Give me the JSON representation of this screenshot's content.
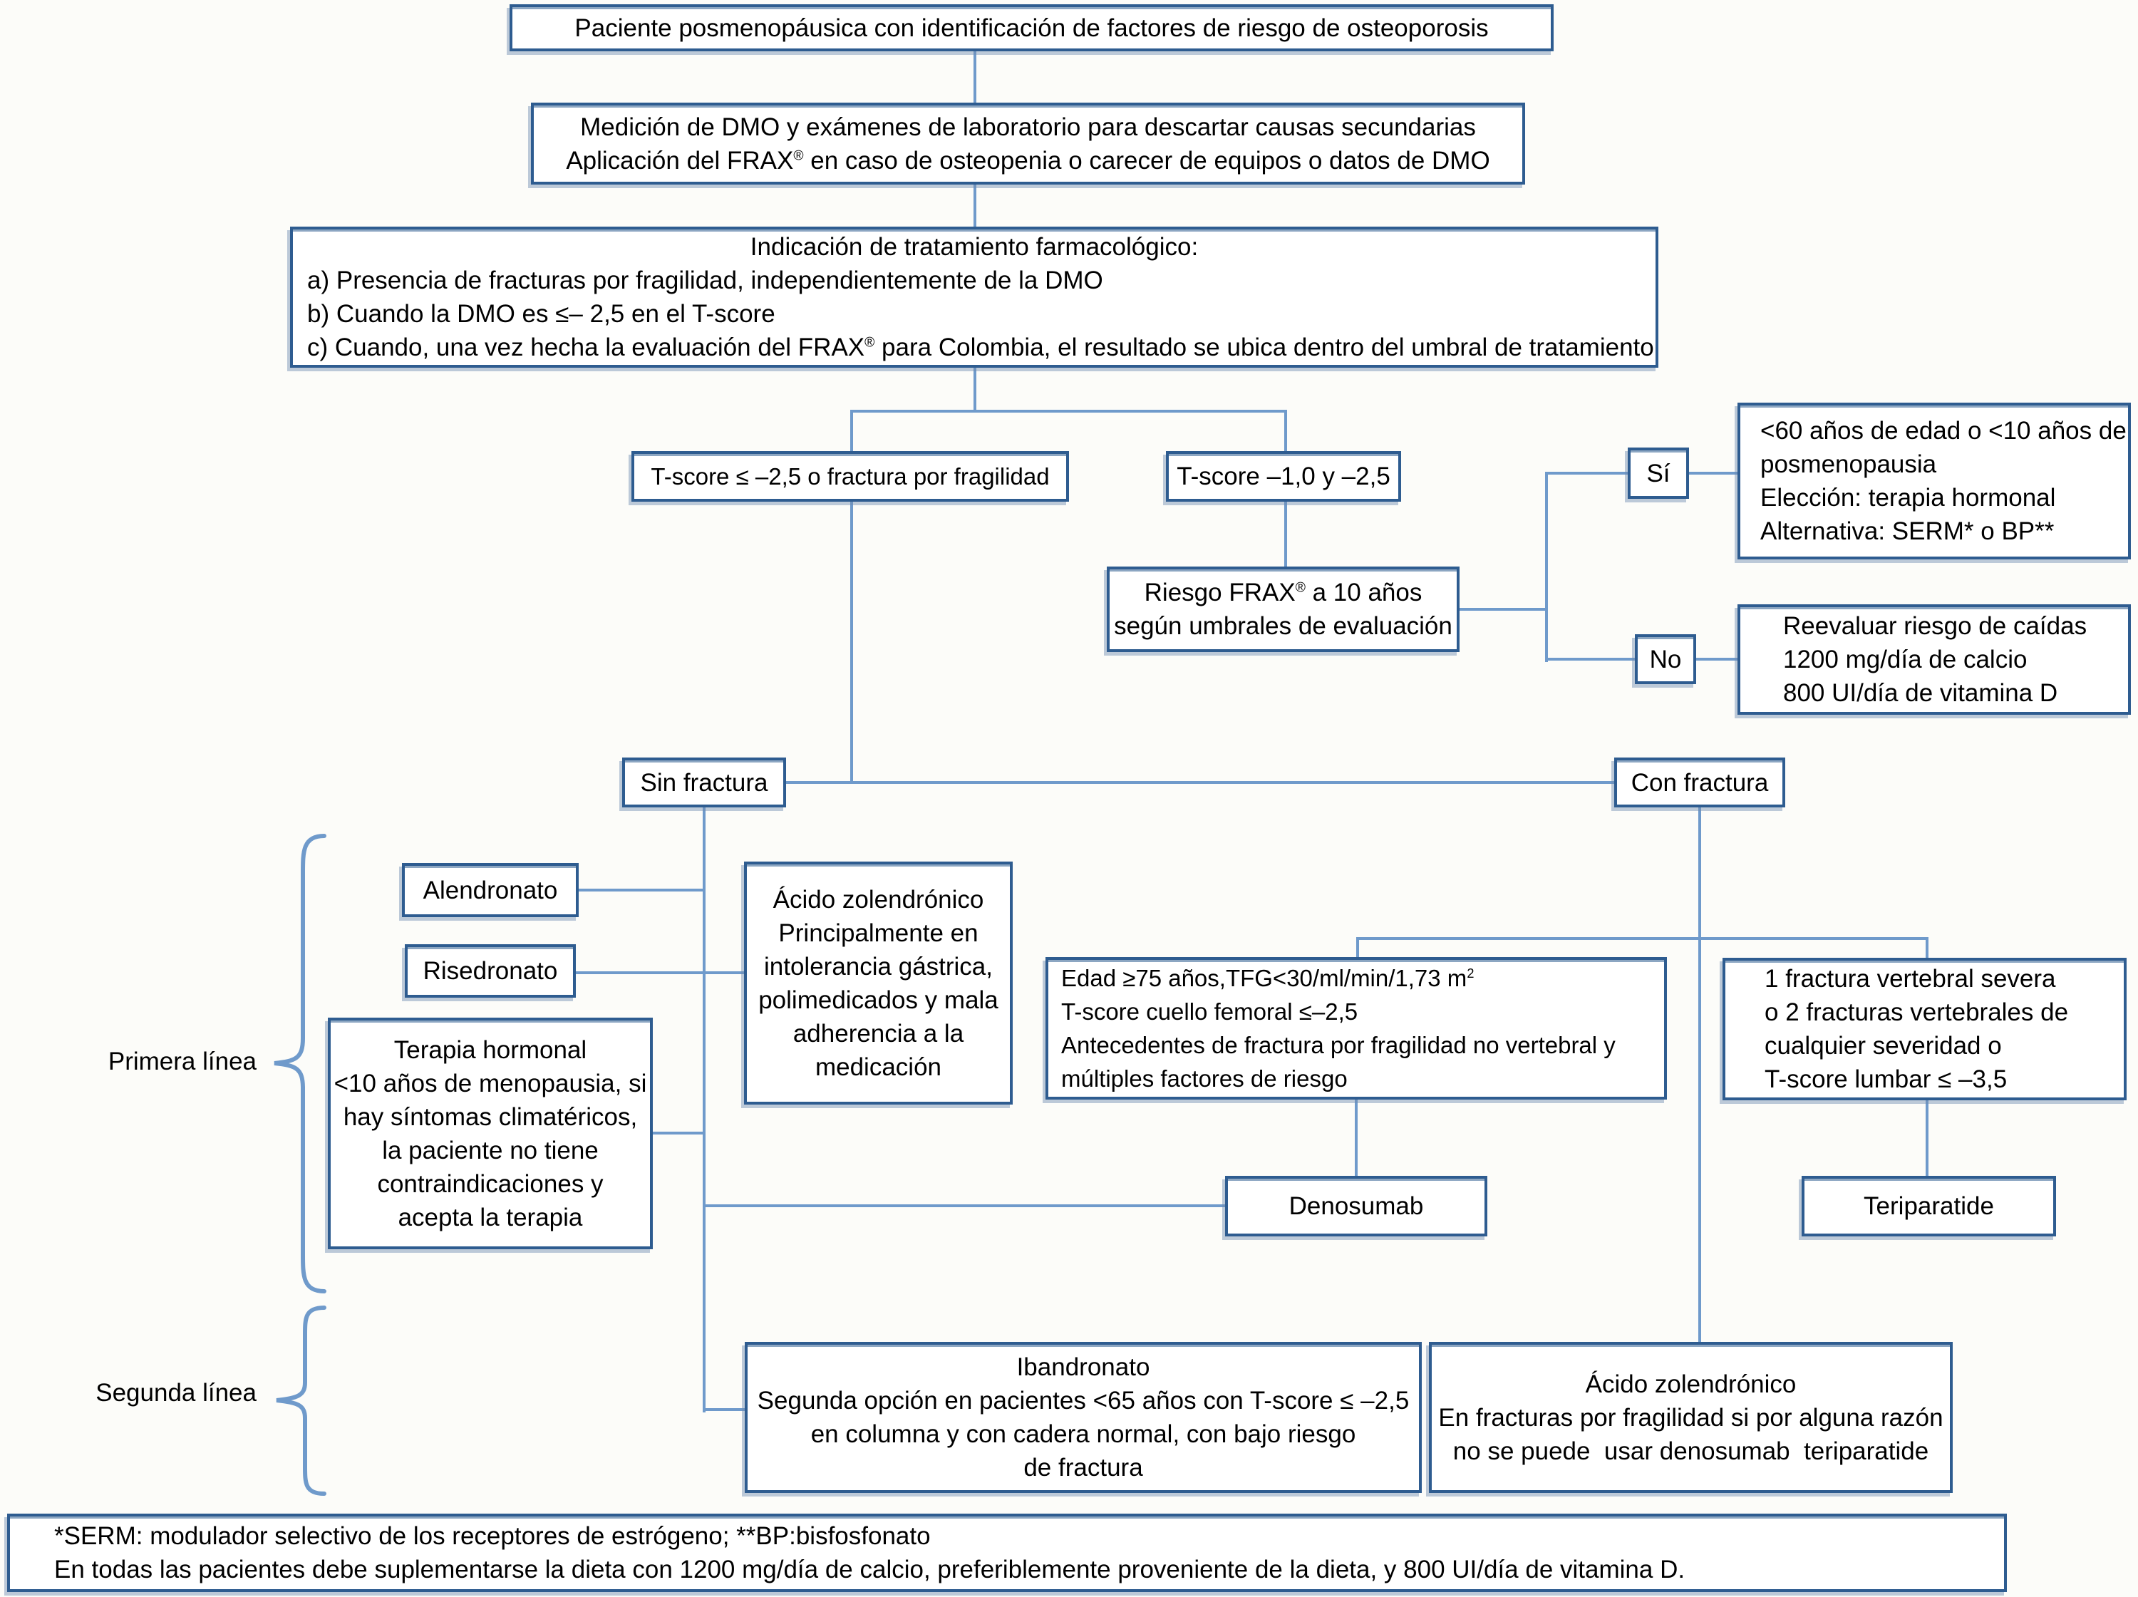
{
  "colors": {
    "border": "#2e5c90",
    "connector": "#6f9acb",
    "text": "#000000",
    "background": "#fcfcf9"
  },
  "nodes": {
    "paciente": {
      "lines": [
        "Paciente posmenopáusica con identificación de factores de riesgo de osteoporosis"
      ]
    },
    "medicion": {
      "line1": "Medición de DMO y exámenes de laboratorio para descartar causas secundarias",
      "line2": {
        "pre": "Aplicación del FRAX",
        "sup": "®",
        "post": " en caso de osteopenia o carecer de equipos o datos de DMO"
      }
    },
    "indicacion": {
      "title": "Indicación de tratamiento farmacológico:",
      "item_a": "a) Presencia de fracturas por fragilidad, independientemente de la DMO",
      "item_b": "b) Cuando la DMO es ≤– 2,5 en el T-score",
      "item_c": {
        "pre": "c) Cuando, una vez hecha la evaluación del FRAX",
        "sup": "®",
        "post": " para Colombia, el resultado se ubica dentro del umbral de tratamiento"
      }
    },
    "tscore_bajo": {
      "lines": [
        "T-score ≤ –2,5 o fractura por fragilidad"
      ]
    },
    "tscore_intermedio": {
      "lines": [
        "T-score –1,0 y –2,5"
      ]
    },
    "riesgo_frax": {
      "line1": {
        "pre": "Riesgo FRAX",
        "sup": "®",
        "post": " a 10 años"
      },
      "line2": "según umbrales de evaluación"
    },
    "si": {
      "label": "Sí"
    },
    "no": {
      "label": "No"
    },
    "eleccion_hormonal": {
      "lines": [
        "<60 años de edad o <10 años de",
        "posmenopausia",
        "Elección: terapia hormonal",
        "Alternativa: SERM* o BP**"
      ]
    },
    "reevaluar": {
      "lines": [
        "Reevaluar riesgo de caídas",
        "1200 mg/día de calcio",
        "800 UI/día de vitamina D"
      ]
    },
    "sin_fractura": {
      "lines": [
        "Sin fractura"
      ]
    },
    "con_fractura": {
      "lines": [
        "Con fractura"
      ]
    },
    "alendronato": {
      "lines": [
        "Alendronato"
      ]
    },
    "risedronato": {
      "lines": [
        "Risedronato"
      ]
    },
    "terapia_hormonal": {
      "lines": [
        "Terapia hormonal",
        "<10 años de menopausia, si",
        "hay síntomas climatéricos,",
        "la paciente no tiene",
        "contraindicaciones y",
        "acepta la terapia"
      ]
    },
    "acido_zolendronico_primera": {
      "lines": [
        "Ácido zolendrónico",
        "Principalmente en",
        "intolerancia gástrica,",
        "polimedicados y mala",
        "adherencia a la",
        "medicación"
      ]
    },
    "criterios_edad": {
      "line1": {
        "pre": "Edad ≥75 años,TFG<30/ml/min/1,73 m",
        "sup": "2",
        "post": ""
      },
      "line2": "T-score cuello femoral ≤–2,5",
      "line3": "Antecedentes de fractura por fragilidad no vertebral y",
      "line4": "múltiples factores de riesgo"
    },
    "criterios_fractura_vertebral": {
      "lines": [
        "1 fractura vertebral severa",
        "o 2 fracturas vertebrales de",
        "cualquier severidad o",
        "T-score lumbar ≤ –3,5"
      ]
    },
    "denosumab": {
      "lines": [
        "Denosumab"
      ]
    },
    "teriparatide": {
      "lines": [
        "Teriparatide"
      ]
    },
    "ibandronato": {
      "lines": [
        "Ibandronato",
        "Segunda opción en pacientes <65 años con T-score ≤ –2,5",
        "en columna y con cadera normal, con bajo riesgo",
        "de fractura"
      ]
    },
    "acido_zolendronico_segunda": {
      "lines": [
        "Ácido zolendrónico",
        "En fracturas por fragilidad si por alguna razón",
        "no se puede  usar denosumab  teriparatide"
      ]
    }
  },
  "side_labels": {
    "primera_linea": "Primera línea",
    "segunda_linea": "Segunda línea"
  },
  "footnote": {
    "line1": "*SERM: modulador selectivo de los receptores de estrógeno; **BP:bisfosfonato",
    "line2": "En todas las pacientes debe suplementarse la dieta con 1200 mg/día de calcio, preferiblemente proveniente de la dieta, y 800 UI/día de vitamina D."
  }
}
